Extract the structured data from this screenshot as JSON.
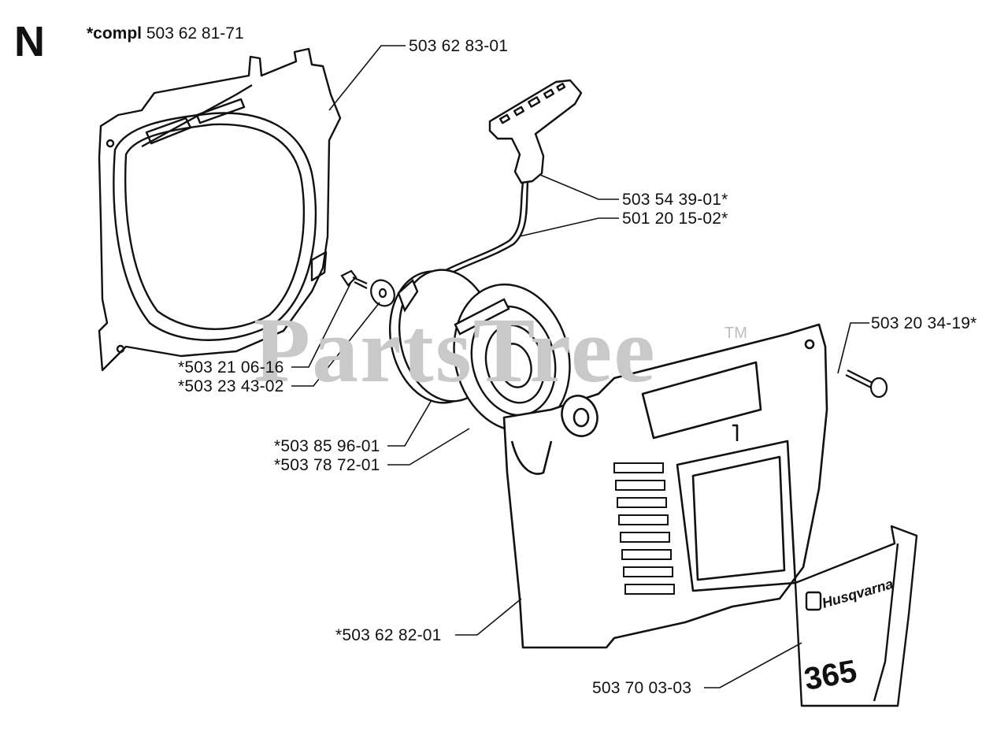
{
  "diagram": {
    "section_letter": "N",
    "assembly": {
      "prefix": "*compl",
      "part_number": "503 62 81-71"
    },
    "watermark": {
      "text": "PartsTree",
      "trademark": "TM"
    },
    "decal": {
      "brand": "Husqvarna",
      "model": "365"
    },
    "callouts": [
      {
        "id": "fan-housing",
        "part_number": "503 62 83-01"
      },
      {
        "id": "starter-handle",
        "part_number": "503 54 39-01*"
      },
      {
        "id": "starter-rope",
        "part_number": "501 20 15-02*"
      },
      {
        "id": "cover-screw",
        "part_number": "503 20 34-19*"
      },
      {
        "id": "pulley-screw",
        "part_number": "*503 21 06-16"
      },
      {
        "id": "washer",
        "part_number": "*503 23 43-02"
      },
      {
        "id": "rope-pulley",
        "part_number": "*503 85 96-01"
      },
      {
        "id": "recoil-spring",
        "part_number": "*503 78 72-01"
      },
      {
        "id": "starter-cover",
        "part_number": "*503 62 82-01"
      },
      {
        "id": "decal-label",
        "part_number": "503 70 03-03"
      }
    ]
  }
}
